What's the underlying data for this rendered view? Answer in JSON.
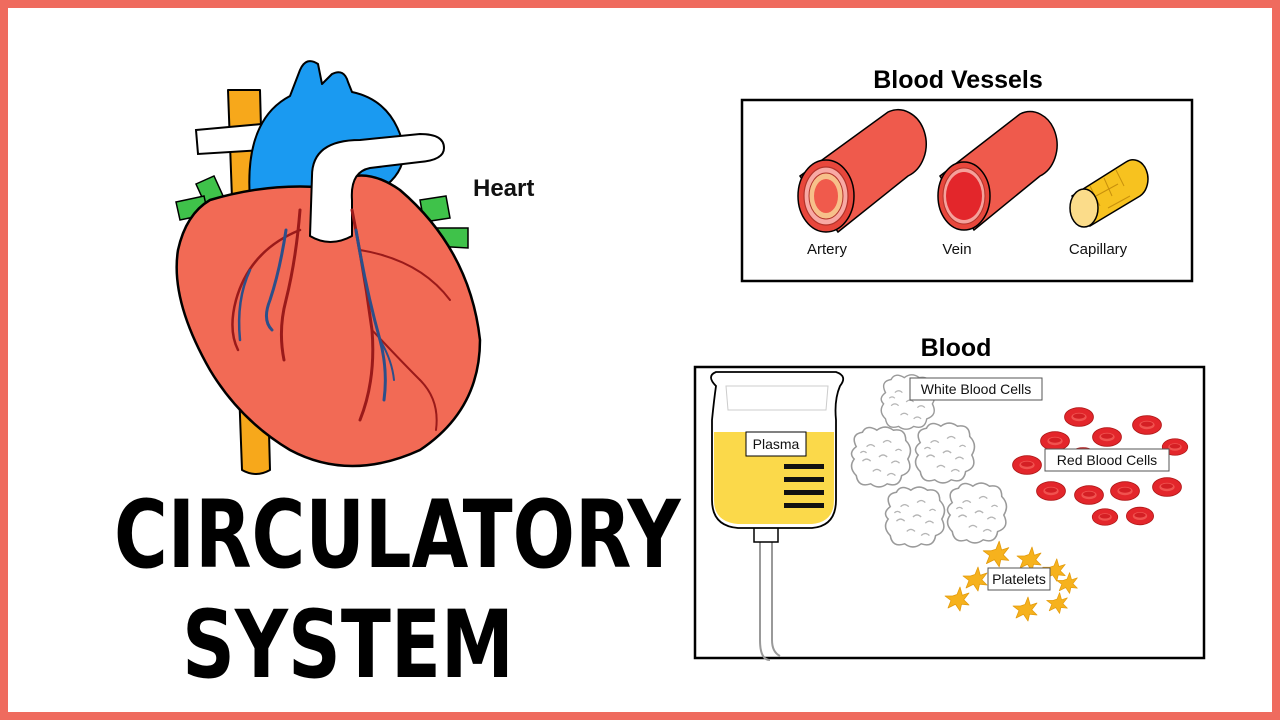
{
  "title": {
    "line1": "CIRCULATORY",
    "line2": "SYSTEM"
  },
  "heart": {
    "label": "Heart"
  },
  "blood_vessels": {
    "title": "Blood Vessels",
    "artery": "Artery",
    "vein": "Vein",
    "capillary": "Capillary"
  },
  "blood": {
    "title": "Blood",
    "plasma": "Plasma",
    "white_cells": "White Blood Cells",
    "red_cells": "Red Blood Cells",
    "platelets": "Platelets"
  },
  "colors": {
    "frame": "#ef6b5e",
    "heart": "#f26a55",
    "aorta_blue": "#1a9af1",
    "vena_cava": "#f7a81b",
    "pulmonary_green": "#3fc24a",
    "vessel_red": "#ef5a4c",
    "capillary_yellow": "#f7c21f",
    "plasma_yellow": "#fbd94a",
    "red_cell": "#e3262b",
    "platelet": "#f6b21d"
  }
}
